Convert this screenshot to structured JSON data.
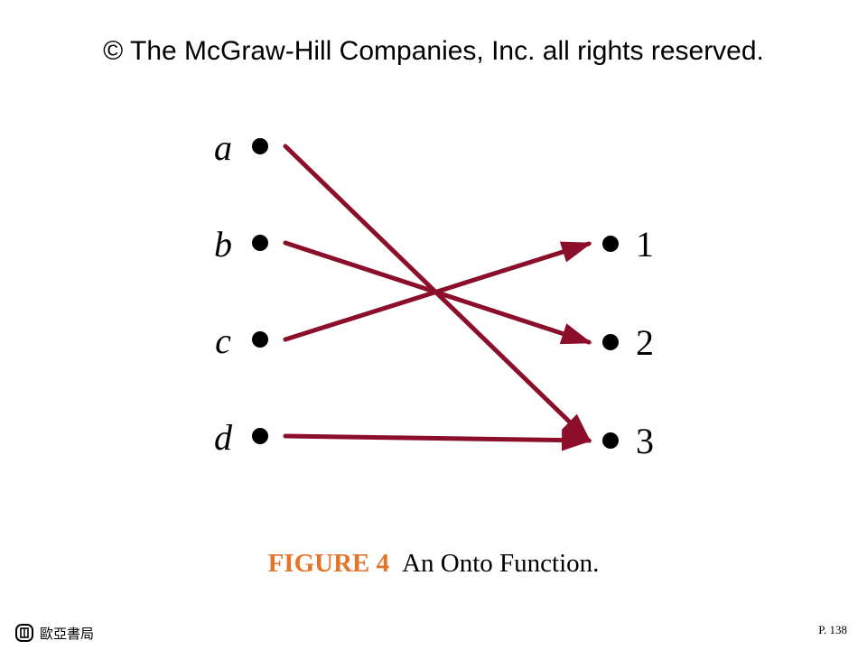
{
  "copyright": "© The McGraw-Hill Companies, Inc. all rights reserved.",
  "diagram": {
    "domain": [
      "a",
      "b",
      "c",
      "d"
    ],
    "codomain": [
      "1",
      "2",
      "3"
    ],
    "mapping": [
      {
        "from": "a",
        "to": "3"
      },
      {
        "from": "b",
        "to": "2"
      },
      {
        "from": "c",
        "to": "1"
      },
      {
        "from": "d",
        "to": "3"
      }
    ],
    "arrow_color": "#8b0f2a"
  },
  "caption": {
    "figure_number": "FIGURE 4",
    "text": "An Onto Function."
  },
  "footer": {
    "publisher": "歐亞書局",
    "logo_icon": "publisher-logo-icon",
    "page": "P. 138"
  }
}
